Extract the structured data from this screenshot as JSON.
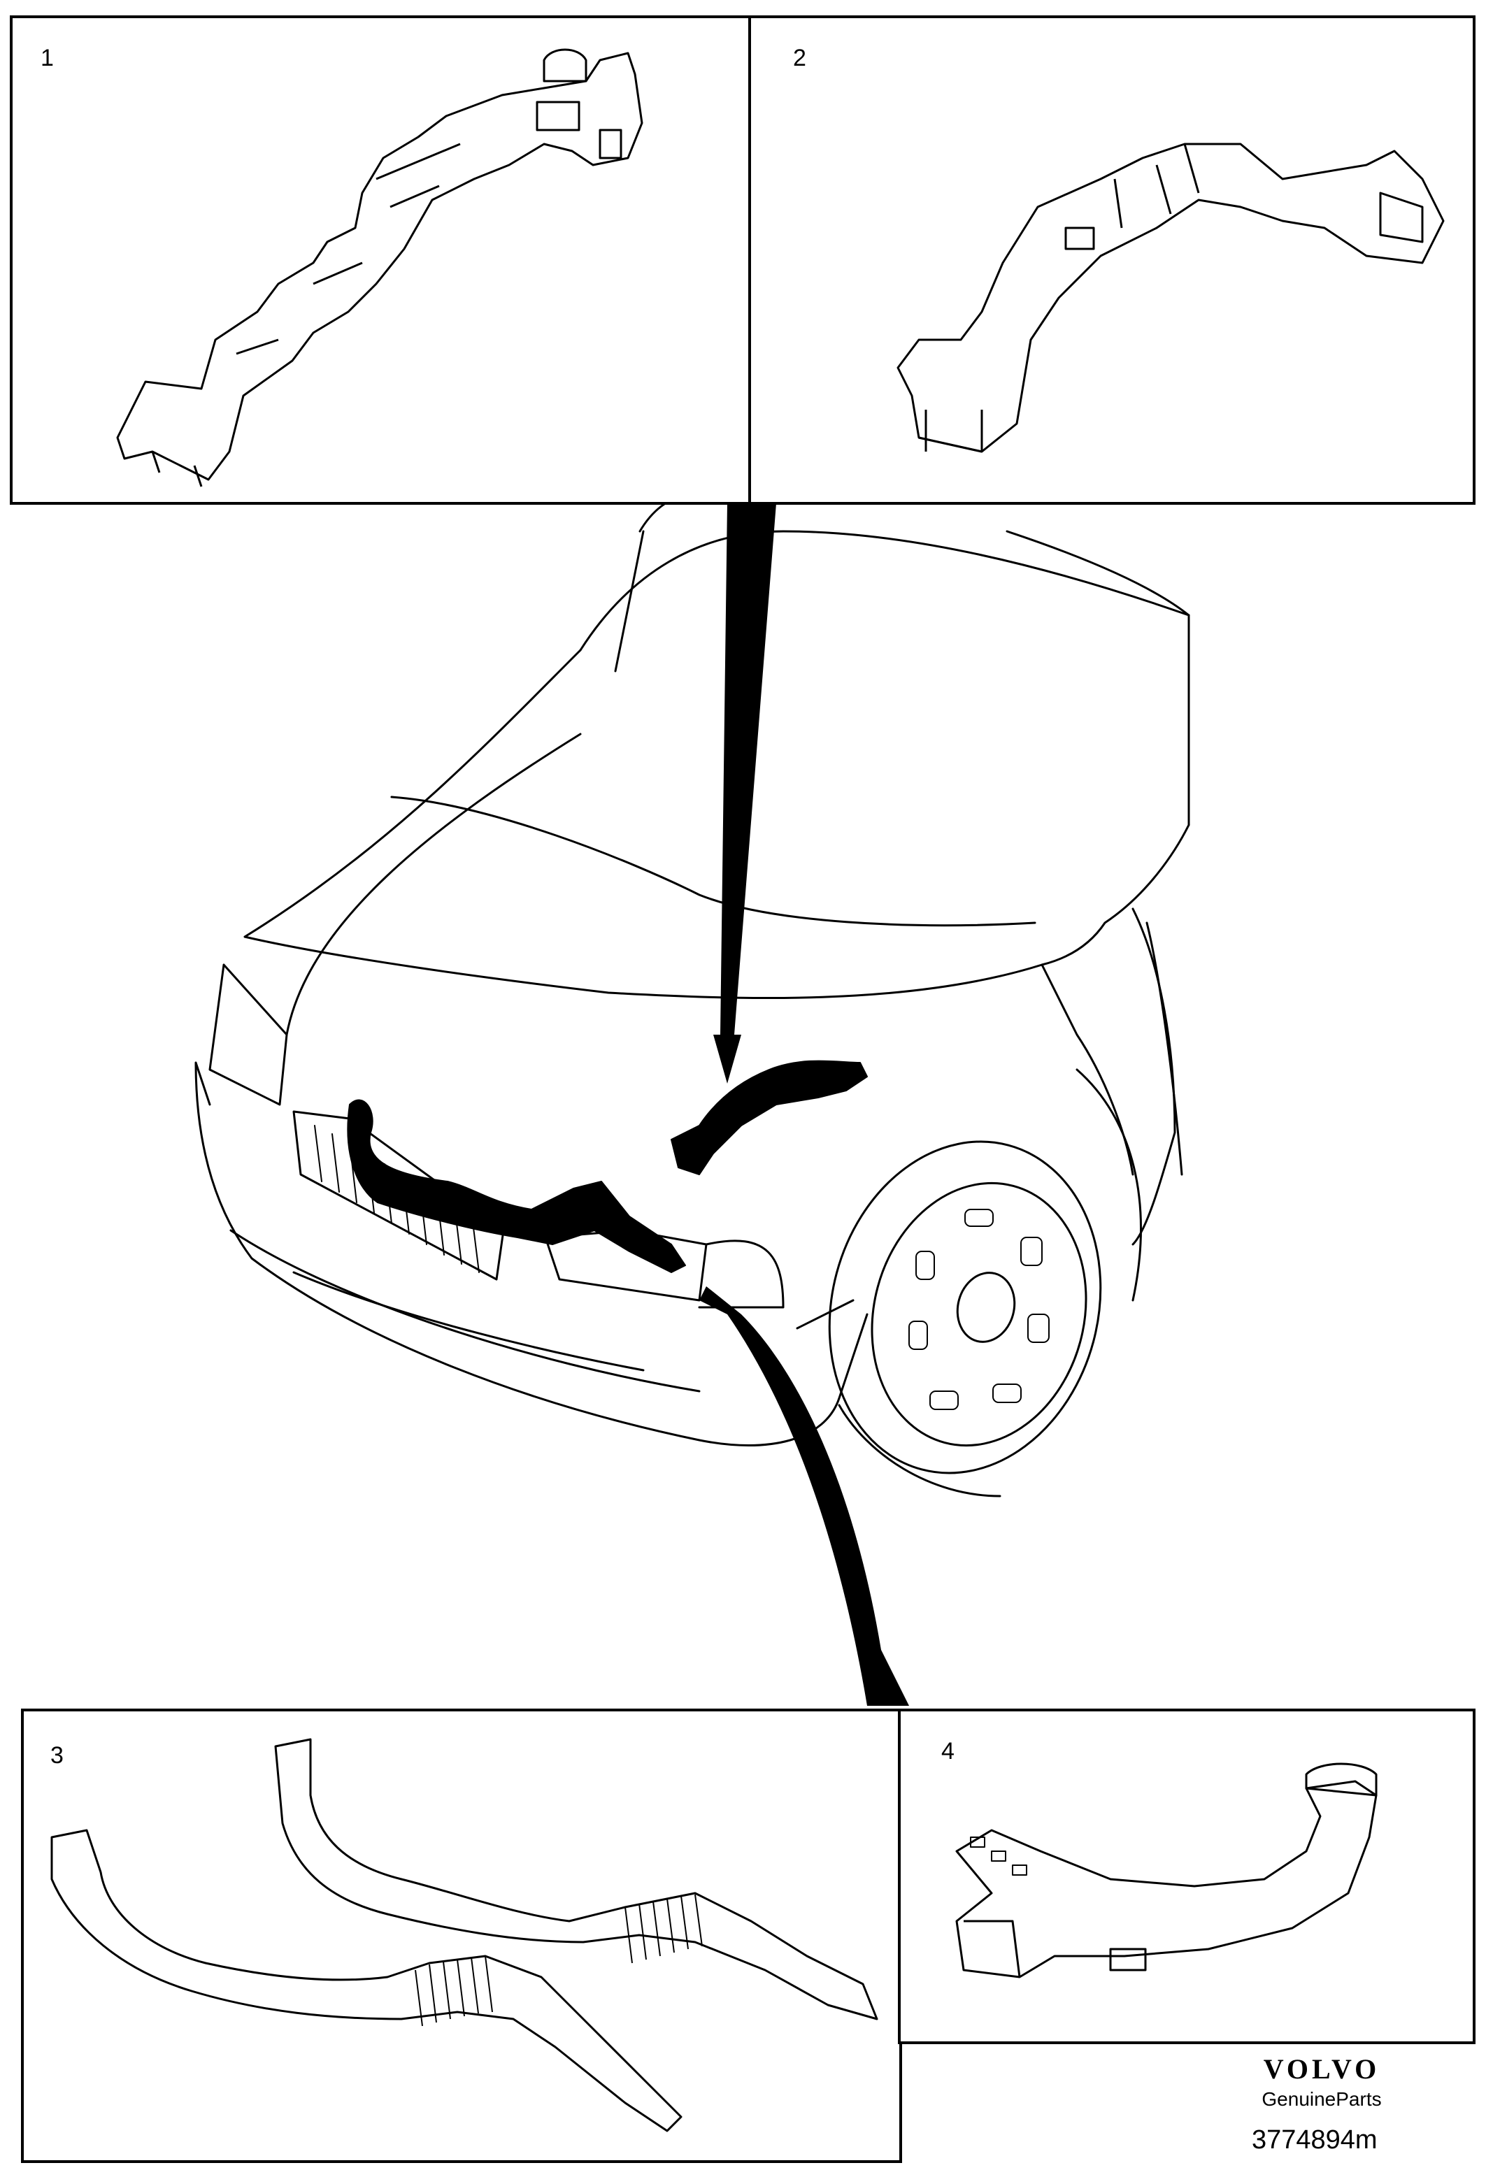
{
  "panels": [
    {
      "id": "1",
      "label": "1"
    },
    {
      "id": "2",
      "label": "2"
    },
    {
      "id": "3",
      "label": "3"
    },
    {
      "id": "4",
      "label": "4"
    }
  ],
  "branding": {
    "logo_text": "VOLVO",
    "sub_text": "GenuineParts"
  },
  "reference_number": "3774894m",
  "colors": {
    "line": "#000000",
    "background": "#ffffff"
  }
}
